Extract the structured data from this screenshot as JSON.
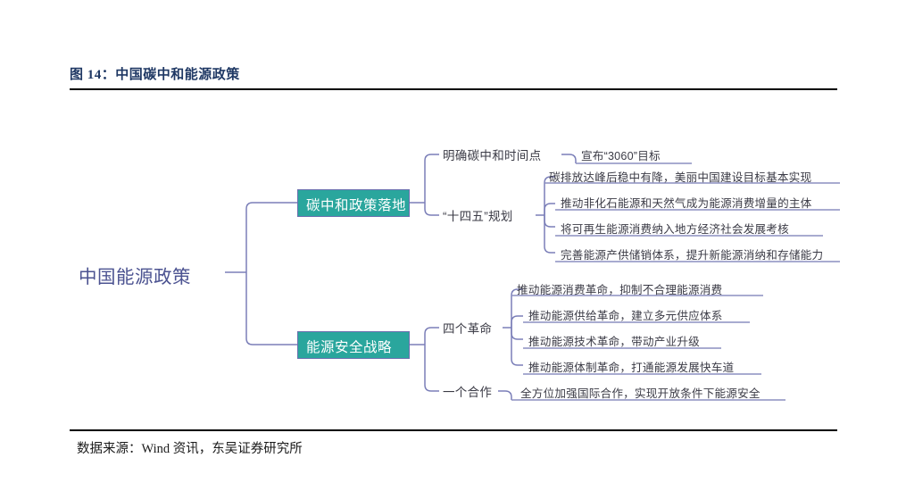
{
  "figure": {
    "title": "图 14：中国碳中和能源政策",
    "source": "数据来源：Wind 资讯，东吴证券研究所"
  },
  "colors": {
    "title_navy": "#1f3864",
    "root_text": "#4c5391",
    "box_fill_teal": "#2aa69d",
    "box_border_purple": "#6a6fae",
    "connector_purple": "#7b7fb8",
    "leaf_text": "#3b3b46",
    "rule_black": "#000000"
  },
  "mindmap": {
    "root": {
      "label": "中国能源政策"
    },
    "branches": [
      {
        "label": "碳中和政策落地",
        "subnodes": [
          {
            "label": "明确碳中和时间点",
            "leaves": [
              "宣布“3060”目标"
            ]
          },
          {
            "label": "“十四五”规划",
            "leaves": [
              "碳排放达峰后稳中有降，美丽中国建设目标基本实现",
              "推动非化石能源和天然气成为能源消费增量的主体",
              "将可再生能源消费纳入地方经济社会发展考核",
              "完善能源产供储销体系，提升新能源消纳和存储能力"
            ]
          }
        ]
      },
      {
        "label": "能源安全战略",
        "subnodes": [
          {
            "label": "四个革命",
            "leaves": [
              "推动能源消费革命，抑制不合理能源消费",
              "推动能源供给革命，建立多元供应体系",
              "推动能源技术革命，带动产业升级",
              "推动能源体制革命，打通能源发展快车道"
            ]
          },
          {
            "label": "一个合作",
            "leaves": [
              "全方位加强国际合作，实现开放条件下能源安全"
            ]
          }
        ]
      }
    ]
  }
}
